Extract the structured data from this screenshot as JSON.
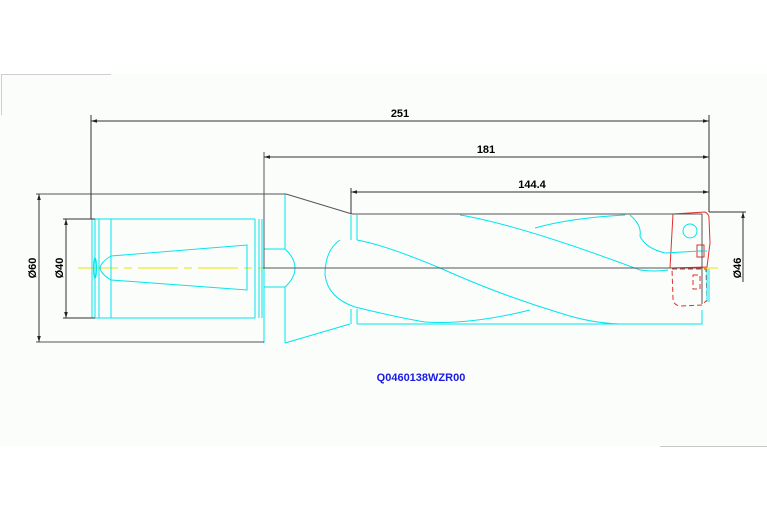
{
  "drawing": {
    "part_code": "Q0460138WZR00",
    "dimensions": {
      "overall_length": "251",
      "body_length": "181",
      "flute_length": "144.4",
      "shank_flange_diameter": "Ø60",
      "shank_diameter": "Ø40",
      "drill_diameter": "Ø46"
    },
    "colors": {
      "outline": "#00e5ee",
      "dimension": "#333333",
      "centerline": "#e6e600",
      "insert": "#e03030",
      "part_code": "#1a1ae6",
      "background": "#fbfdfa"
    }
  }
}
